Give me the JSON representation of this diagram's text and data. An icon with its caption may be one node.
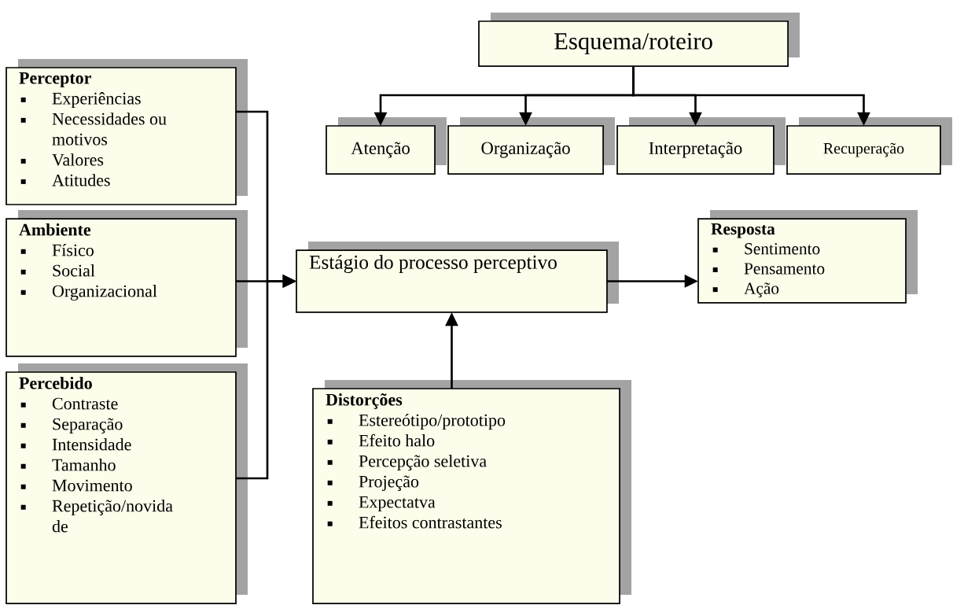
{
  "diagram": {
    "nodes": [
      {
        "text": [
          "Esquema/roteiro"
        ]
      },
      {
        "text": [
          "Atenção"
        ]
      },
      {
        "text": [
          "Organização"
        ]
      },
      {
        "text": [
          "Interpretação"
        ]
      },
      {
        "text": [
          "Recuperação"
        ]
      },
      {
        "text": [
          "Perceptor",
          "Experiências",
          "Necessidades ou motivos",
          "Valores",
          "Atitudes"
        ]
      },
      {
        "text": [
          "Ambiente",
          "Físico",
          "Social",
          "Organizacional"
        ]
      },
      {
        "text": [
          "Percebido",
          "Contraste",
          "Separação",
          "Intensidade",
          "Tamanho",
          "Movimento",
          "Repetição/novida de"
        ]
      },
      {
        "text": [
          "Estágio do processo perceptivo"
        ]
      },
      {
        "text": [
          "Resposta",
          "Sentimento",
          "Pensamento",
          "Ação"
        ]
      },
      {
        "text": [
          "Distorções",
          "Estereótipo/prototipo",
          "Efeito halo",
          "Percepção seletiva",
          "Projeção",
          "Expectatva",
          "Efeitos contrastantes"
        ]
      }
    ],
    "edges": [
      {
        "from": 0,
        "to": 1,
        "arrow": "to"
      },
      {
        "from": 0,
        "to": 2,
        "arrow": "to"
      },
      {
        "from": 0,
        "to": 3,
        "arrow": "to"
      },
      {
        "from": 0,
        "to": 4,
        "arrow": "to"
      },
      {
        "from": 5,
        "to": 8,
        "arrow": "to"
      },
      {
        "from": 6,
        "to": 8,
        "arrow": "to"
      },
      {
        "from": 7,
        "to": 8,
        "arrow": "to"
      },
      {
        "from": 10,
        "to": 8,
        "arrow": "to"
      },
      {
        "from": 8,
        "to": 9,
        "arrow": "to"
      }
    ]
  }
}
